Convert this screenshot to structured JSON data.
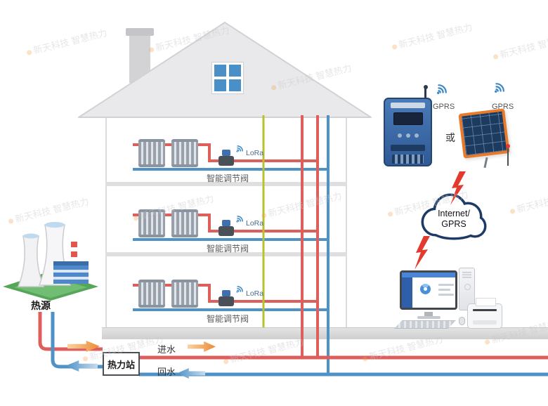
{
  "watermark": {
    "text": "新天科技 智慧热力"
  },
  "heat_source": {
    "label": "热源"
  },
  "heat_station": {
    "label": "热力站"
  },
  "mains": {
    "inlet_label": "进水",
    "return_label": "回水"
  },
  "floors": [
    {
      "valve_label": "智能调节阀",
      "lora_label": "LoRa"
    },
    {
      "valve_label": "智能调节阀",
      "lora_label": "LoRa"
    },
    {
      "valve_label": "智能调节阀",
      "lora_label": "LoRa"
    }
  ],
  "right_panel": {
    "concentrator_gprs_label": "GPRS",
    "solar_gprs_label": "GPRS",
    "or_label": "或",
    "cloud_line1": "Internet/",
    "cloud_line2": "GPRS"
  },
  "icons": {
    "wifi": "wifi-arcs",
    "lightning": "zigzag-bolt",
    "cloud": "cloud-outline",
    "arrow_right": "orange-right-arrow",
    "arrow_left": "blue-left-arrow"
  },
  "colors": {
    "supply_pipe": "#dd5f5c",
    "return_pipe": "#4f92c5",
    "signal_line": "#b8c22e",
    "solar_frame": "#e87a2a",
    "cloud_outline": "#1e3a66",
    "lightning": "#e23a2e",
    "arrow_orange": "#ee8a34"
  }
}
